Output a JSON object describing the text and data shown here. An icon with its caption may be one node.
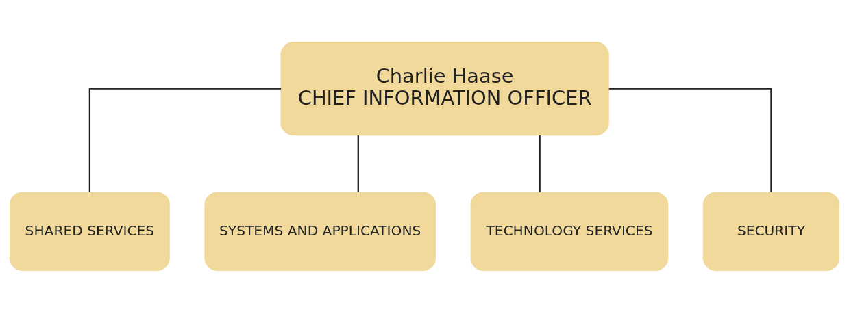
{
  "diagram": {
    "nodes": [
      {
        "text": [
          "Charlie Haase",
          "CHIEF INFORMATION OFFICER"
        ]
      },
      {
        "text": [
          "SHARED SERVICES"
        ]
      },
      {
        "text": [
          "SYSTEMS AND APPLICATIONS"
        ]
      },
      {
        "text": [
          "TECHNOLOGY SERVICES"
        ]
      },
      {
        "text": [
          "SECURITY"
        ]
      }
    ],
    "edges": [
      {
        "from": 0,
        "to": 1,
        "arrow": "none"
      },
      {
        "from": 0,
        "to": 2,
        "arrow": "none"
      },
      {
        "from": 0,
        "to": 3,
        "arrow": "none"
      },
      {
        "from": 0,
        "to": 4,
        "arrow": "none"
      }
    ]
  }
}
